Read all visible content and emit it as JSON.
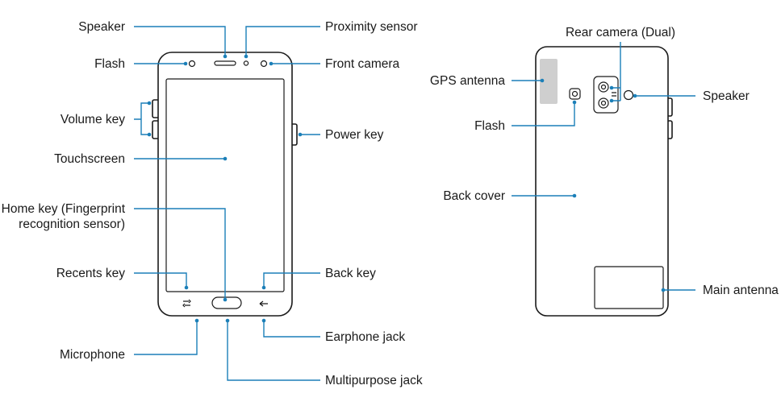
{
  "colors": {
    "leader": "#1b7fb8",
    "outline": "#1a1a1a",
    "gps_area": "#cfcfcf"
  },
  "front": {
    "speaker": "Speaker",
    "flash": "Flash",
    "volume_key": "Volume key",
    "touchscreen": "Touchscreen",
    "home_key_line1": "Home key (Fingerprint",
    "home_key_line2": "recognition sensor)",
    "recents_key": "Recents key",
    "microphone": "Microphone",
    "proximity_sensor": "Proximity sensor",
    "front_camera": "Front camera",
    "power_key": "Power key",
    "back_key": "Back key",
    "earphone_jack": "Earphone jack",
    "multipurpose_jack": "Multipurpose jack"
  },
  "back": {
    "rear_camera": "Rear camera (Dual)",
    "gps_antenna": "GPS antenna",
    "speaker": "Speaker",
    "flash": "Flash",
    "back_cover": "Back cover",
    "main_antenna": "Main antenna"
  }
}
